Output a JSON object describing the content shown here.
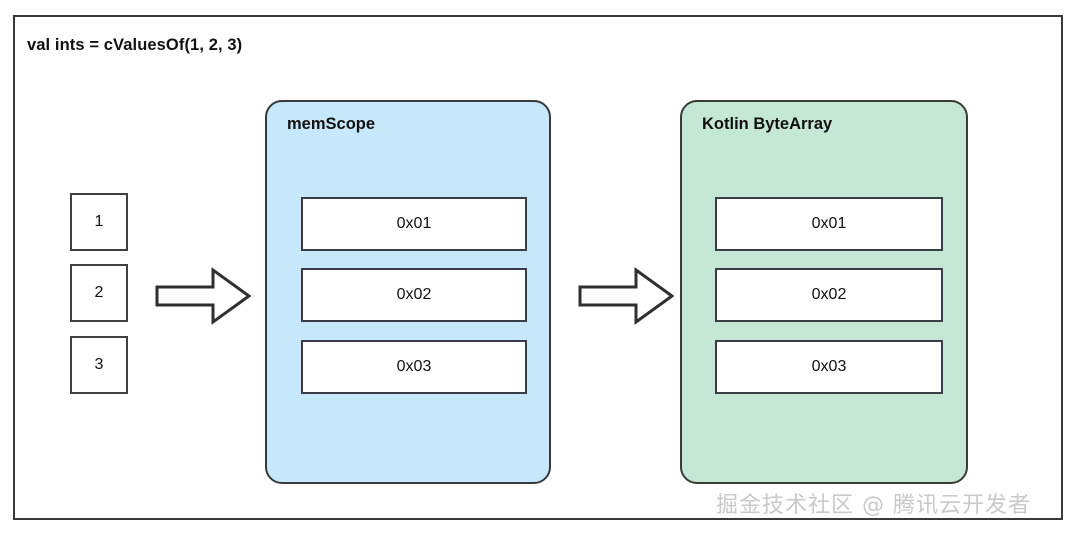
{
  "diagram": {
    "code_title": "val ints = cValuesOf(1, 2, 3)",
    "background_color": "#ffffff",
    "frame_border_color": "#3a3a3a",
    "watermark": "掘金技术社区 @ 腾讯云开发者"
  },
  "input_values": [
    {
      "label": "1"
    },
    {
      "label": "2"
    },
    {
      "label": "3"
    }
  ],
  "memscope": {
    "title": "memScope",
    "fill_color": "#c7e8fb",
    "cells": [
      {
        "value": "0x01"
      },
      {
        "value": "0x02"
      },
      {
        "value": "0x03"
      }
    ]
  },
  "bytearray": {
    "title": "Kotlin ByteArray",
    "fill_color": "#c5e7d5",
    "cells": [
      {
        "value": "0x01"
      },
      {
        "value": "0x02"
      },
      {
        "value": "0x03"
      }
    ]
  },
  "arrows": [
    {
      "name": "values-to-memscope",
      "direction": "right"
    },
    {
      "name": "memscope-to-bytearray",
      "direction": "right"
    }
  ]
}
